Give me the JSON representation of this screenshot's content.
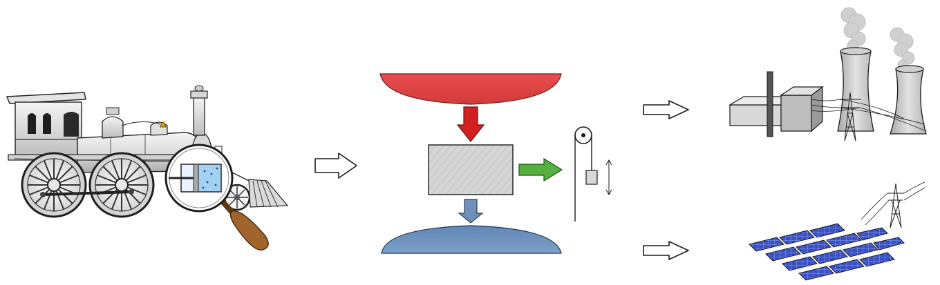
{
  "diagram": {
    "panels": [
      {
        "id": "steam-locomotive",
        "kind": "illustration",
        "detail": "magnifier-on-piston-cylinder"
      },
      {
        "id": "heat-engine-schematic",
        "kind": "schematic"
      },
      {
        "id": "power-plant",
        "kind": "illustration"
      },
      {
        "id": "solar-park",
        "kind": "illustration"
      }
    ],
    "schematic": {
      "hot_reservoir_color": "#e04848",
      "cold_reservoir_color": "#6b8fba",
      "heat_in_arrow_color": "#d42222",
      "heat_out_arrow_color": "#6f8fb8",
      "work_arrow_color": "#55b040",
      "engine_color": "#d4d4d4"
    },
    "arrows": [
      {
        "id": "arrow-locomotive-to-schematic",
        "style": "outline",
        "direction": "right"
      },
      {
        "id": "arrow-schematic-to-power-plant",
        "style": "outline",
        "direction": "right"
      },
      {
        "id": "arrow-schematic-to-solar-park",
        "style": "outline",
        "direction": "right"
      }
    ]
  }
}
